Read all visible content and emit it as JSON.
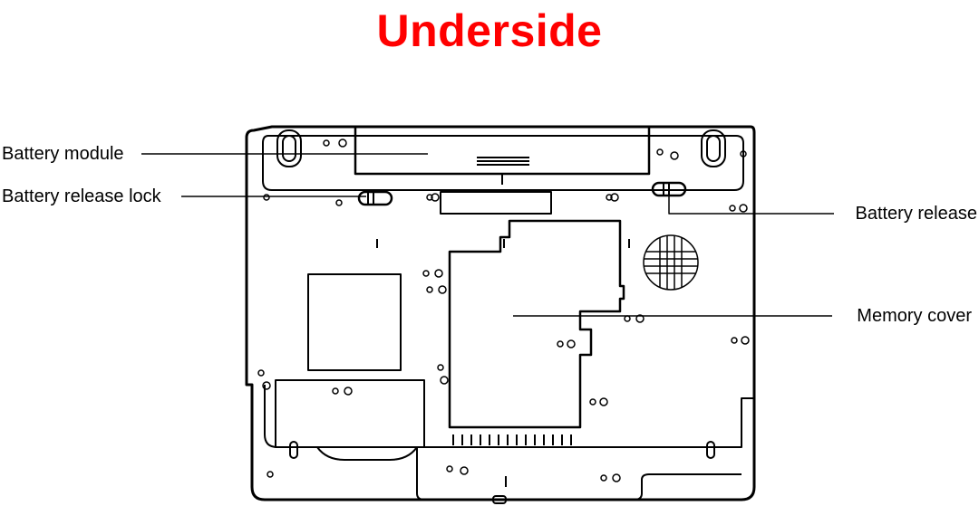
{
  "title": {
    "text": "Underside",
    "color": "#ff0000"
  },
  "callouts": {
    "battery_module": "Battery module",
    "battery_release_lock": "Battery release lock",
    "battery_release": "Battery release",
    "memory_cover": "Memory cover"
  },
  "colors": {
    "line": "#000000",
    "background": "#ffffff"
  }
}
